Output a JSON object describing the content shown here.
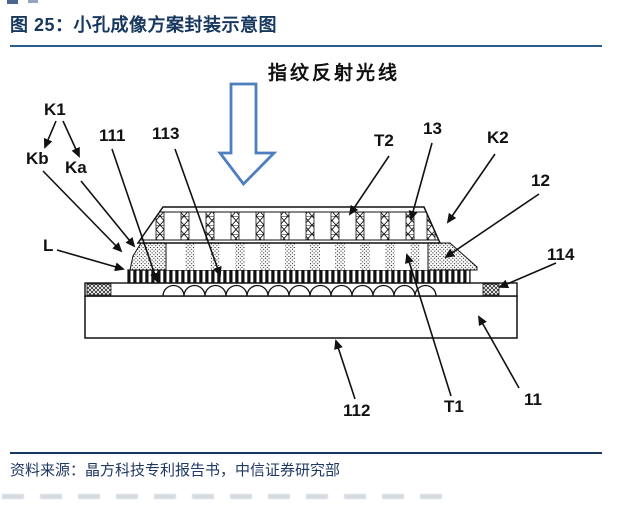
{
  "header": {
    "title": "图 25：小孔成像方案封装示意图"
  },
  "footer": {
    "source": "资料来源：晶方科技专利报告书，中信证券研究部"
  },
  "colors": {
    "title_navy": "#17375E",
    "divider_blue": "#2B5A8C",
    "incident_arrow_blue": "#4D7EBF",
    "diagram_line_black": "#111111"
  },
  "diagram": {
    "annotation": "指纹反射光线",
    "labels": {
      "K1": "K1",
      "Kb": "Kb",
      "Ka": "Ka",
      "111": "111",
      "113": "113",
      "L": "L",
      "T2": "T2",
      "13": "13",
      "K2": "K2",
      "12": "12",
      "114": "114",
      "112": "112",
      "T1": "T1",
      "11": "11"
    }
  }
}
